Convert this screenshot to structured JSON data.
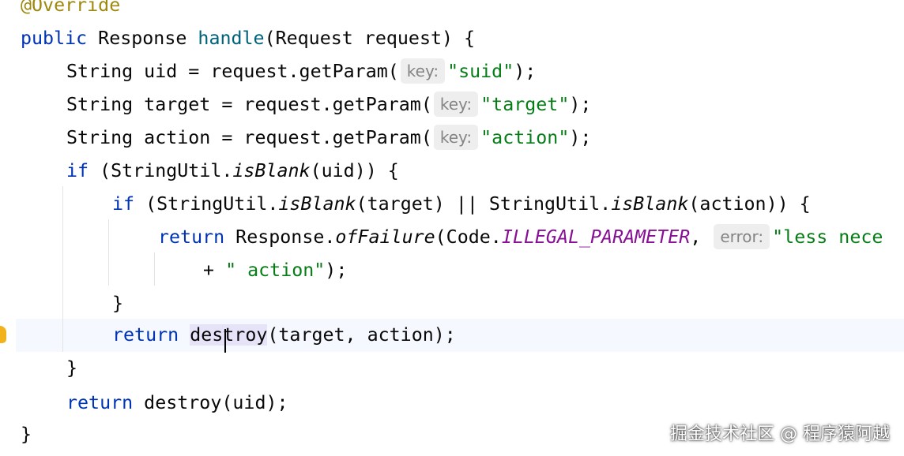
{
  "colors": {
    "keyword": "#0033b3",
    "method": "#00627a",
    "string": "#067d17",
    "annotation": "#9e880d",
    "constant": "#871094",
    "hint_bg": "#eeeeee",
    "hint_text": "#858585",
    "current_line_bg": "#f5f8fe",
    "identifier_highlight": "#e6e2f8"
  },
  "hints": {
    "key": "key:",
    "error": "error:"
  },
  "code": {
    "l0": {
      "annotation": "@Override"
    },
    "l1": {
      "kw": "public",
      "t1": " Response ",
      "method": "handle",
      "t2": "(Request request) {"
    },
    "l2": {
      "t1": "String uid = request.getParam(",
      "str": "\"suid\"",
      "t2": ");"
    },
    "l3": {
      "t1": "String target = request.getParam(",
      "str": "\"target\"",
      "t2": ");"
    },
    "l4": {
      "t1": "String action = request.getParam(",
      "str": "\"action\"",
      "t2": ");"
    },
    "l5": {
      "kw": "if",
      "t1": " (StringUtil.",
      "call": "isBlank",
      "t2": "(uid)) {"
    },
    "l6": {
      "kw": "if",
      "t1": " (StringUtil.",
      "call1": "isBlank",
      "t2": "(target) || StringUtil.",
      "call2": "isBlank",
      "t3": "(action)) {"
    },
    "l7": {
      "kw": "return",
      "t1": " Response.",
      "call": "ofFailure",
      "t2": "(Code.",
      "const": "ILLEGAL_PARAMETER",
      "t3": ", ",
      "str": "\"less nece"
    },
    "l8": {
      "t1": "+ ",
      "str": "\" action\"",
      "t2": ");"
    },
    "l9": {
      "t1": "}"
    },
    "l10": {
      "kw": "return",
      "t1": " ",
      "ident": "destroy",
      "t2": "(target, action);"
    },
    "l11": {
      "t1": "}"
    },
    "l12": {
      "kw": "return",
      "t1": " destroy(uid);"
    },
    "l13": {
      "t1": "}"
    }
  },
  "watermark": "掘金技术社区 @ 程序猿阿越"
}
